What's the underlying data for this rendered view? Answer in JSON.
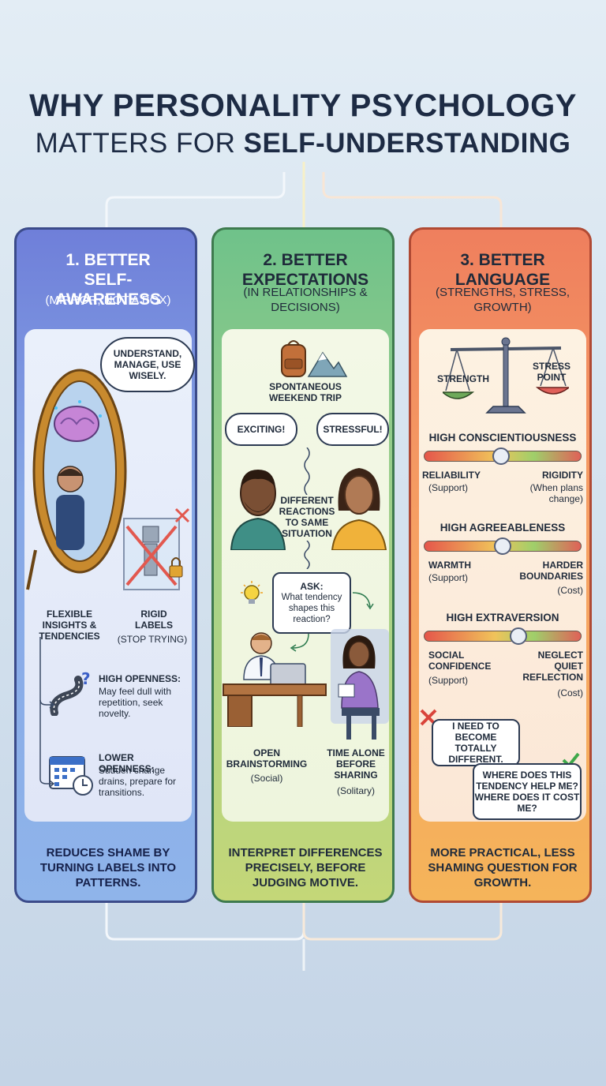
{
  "title": {
    "line1": "WHY PERSONALITY PSYCHOLOGY",
    "line2_pre": "MATTERS FOR ",
    "line2_bold": "SELF-UNDERSTANDING"
  },
  "columns": [
    {
      "heading": "1. BETTER SELF-AWARENESS",
      "subheading": "(MIRROR, NOT A BOX)",
      "thought_bubble": "UNDERSTAND, MANAGE, USE WISELY.",
      "flexible_label": "FLEXIBLE INSIGHTS & TENDENCIES",
      "rigid_label": "RIGID LABELS",
      "rigid_note": "(STOP TRYING)",
      "high_openness_title": "HIGH OPENNESS:",
      "high_openness_text": "May feel dull with repetition, seek novelty.",
      "lower_openness_title": "LOWER OPENNESS:",
      "lower_openness_text": "Sudden change drains, prepare for transitions.",
      "footer": "REDUCES SHAME BY TURNING LABELS INTO PATTERNS."
    },
    {
      "heading": "2. BETTER EXPECTATIONS",
      "subheading": "(IN RELATIONSHIPS & DECISIONS)",
      "trip_label": "SPONTANEOUS WEEKEND TRIP",
      "bubble_left": "EXCITING!",
      "bubble_right": "STRESSFUL!",
      "reactions_label": "DIFFERENT REACTIONS TO SAME SITUATION",
      "ask_title": "ASK:",
      "ask_text": "What tendency shapes this reaction?",
      "open_label": "OPEN BRAINSTORMING",
      "open_note": "(Social)",
      "alone_label": "TIME ALONE BEFORE SHARING",
      "alone_note": "(Solitary)",
      "footer": "INTERPRET DIFFERENCES PRECISELY, BEFORE JUDGING MOTIVE."
    },
    {
      "heading": "3. BETTER LANGUAGE",
      "subheading": "(STRENGTHS, STRESS, GROWTH)",
      "scale_left": "STRENGTH",
      "scale_right": "STRESS POINT",
      "traits": [
        {
          "name": "HIGH CONSCIENTIOUSNESS",
          "left": "RELIABILITY",
          "left_note": "(Support)",
          "right": "RIGIDITY",
          "right_note": "(When plans change)",
          "level": 0.48
        },
        {
          "name": "HIGH AGREEABLENESS",
          "left": "WARMTH",
          "left_note": "(Support)",
          "right": "HARDER BOUNDARIES",
          "right_note": "(Cost)",
          "level": 0.5
        },
        {
          "name": "HIGH EXTRAVERSION",
          "left": "SOCIAL CONFIDENCE",
          "left_note": "(Support)",
          "right": "NEGLECT QUIET REFLECTION",
          "right_note": "(Cost)",
          "level": 0.6
        }
      ],
      "bubble_wrong": "I NEED TO BECOME TOTALLY DIFFERENT.",
      "bubble_right": "WHERE DOES THIS TENDENCY HELP ME? WHERE DOES IT COST ME?",
      "footer": "MORE PRACTICAL, LESS SHAMING QUESTION FOR GROWTH."
    }
  ],
  "colors": {
    "col1": "#7f95e0",
    "col2": "#9fd08a",
    "col3": "#f39a60",
    "dark": "#1d2b44"
  }
}
